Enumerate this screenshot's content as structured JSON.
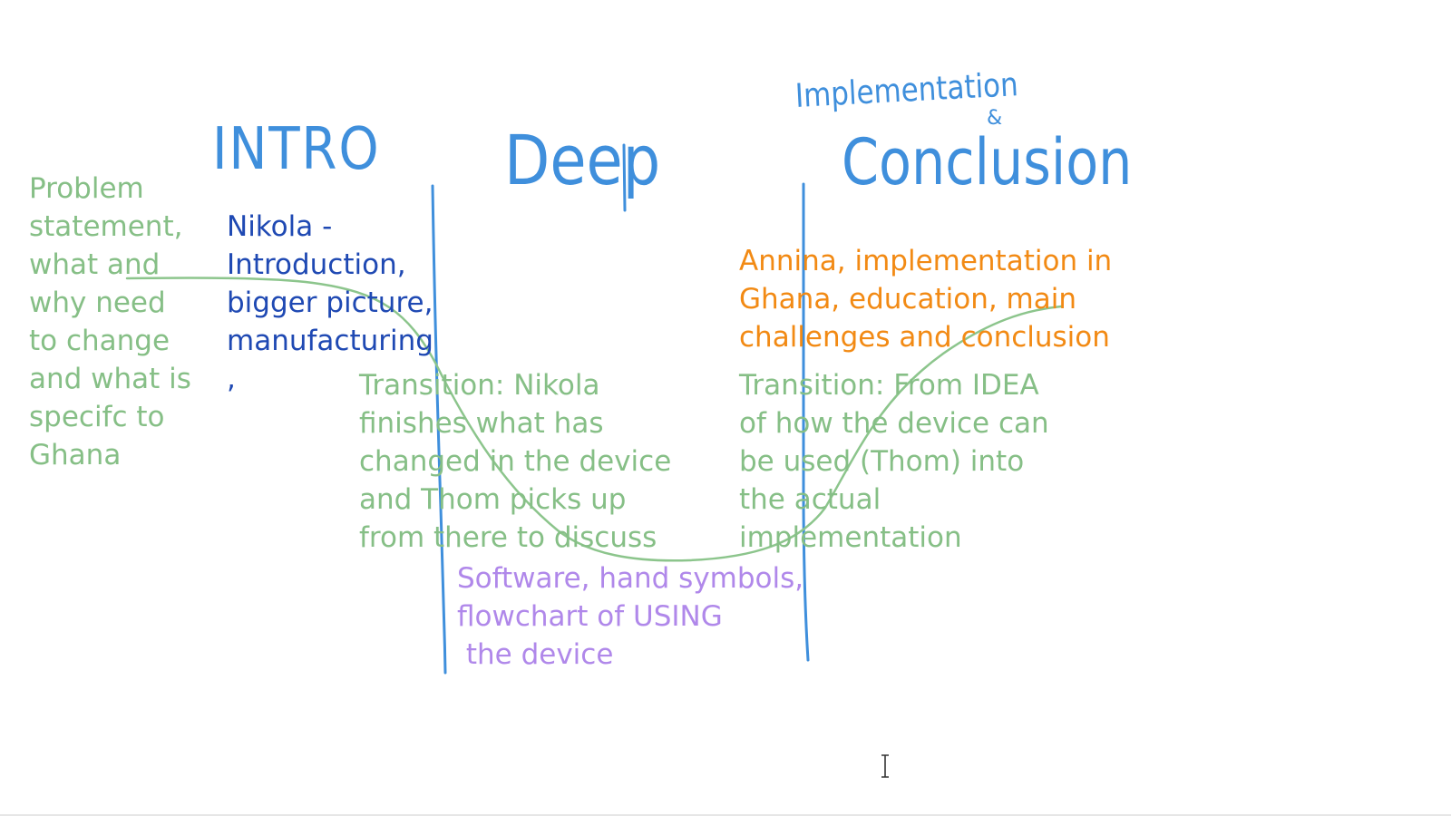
{
  "colors": {
    "ink_blue": "#3f8fdc",
    "green_text": "#86bf86",
    "navy_text": "#1f49b3",
    "orange_text": "#f28a14",
    "purple_text": "#b088ea",
    "green_curve": "#8cc58c"
  },
  "headings": {
    "intro": "INTRO",
    "deep": "Deep",
    "implementation": "Implementation",
    "ampersand": "&",
    "conclusion": "Conclusion"
  },
  "notes": {
    "problem_statement": "Problem\nstatement,\nwhat and\nwhy need\nto change\nand what is\nspecifc to\nGhana",
    "nikola_intro": "Nikola -\nIntroduction,\nbigger picture,\nmanufacturing\n,",
    "transition_nikola": "Transition: Nikola\nfinishes what has\nchanged in the device\nand Thom picks up\nfrom there to discuss",
    "software": "Software, hand symbols,\nflowchart of USING\n the device",
    "annina": "Annina, implementation in\nGhana, education, main\nchallenges and conclusion",
    "transition_idea": "Transition: From IDEA\nof how the device can\nbe used (Thom) into\nthe actual\nimplementation"
  },
  "cursor_icon": "text-cursor-icon"
}
